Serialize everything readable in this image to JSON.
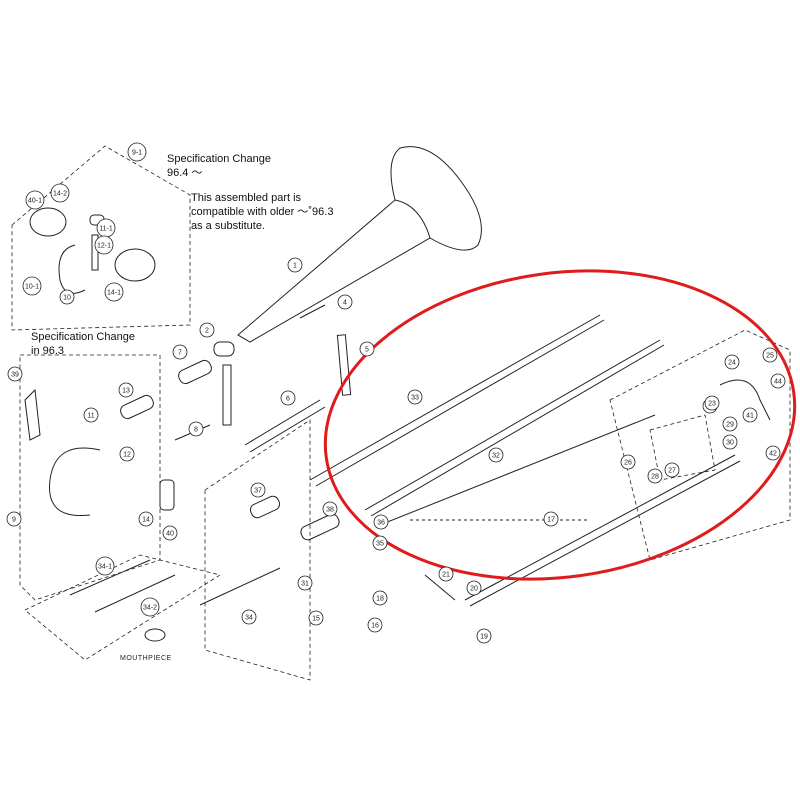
{
  "notes": {
    "spec_change_top": "Specification Change",
    "spec_date_top": "96.4 ～",
    "compat_line1": "This assembled part is",
    "compat_line2": "compatible with older ～˚96.3",
    "compat_line3": "as a substitute.",
    "spec_change_left": "Specification Change",
    "spec_date_left": "in 96.3"
  },
  "mouthpiece_label": "MOUTHPIECE",
  "parts": [
    "1",
    "2",
    "4",
    "5",
    "6",
    "7",
    "8",
    "9",
    "9-1",
    "10",
    "10-1",
    "11",
    "11-1",
    "12",
    "12-1",
    "13",
    "14",
    "14-1",
    "14-2",
    "15",
    "16",
    "17",
    "18",
    "19",
    "20",
    "21",
    "22",
    "23",
    "24",
    "25",
    "26",
    "27",
    "28",
    "29",
    "30",
    "31",
    "32",
    "33",
    "34",
    "34-1",
    "34-2",
    "35",
    "36",
    "37",
    "38",
    "39",
    "40",
    "40-1",
    "41",
    "42",
    "44"
  ],
  "colors": {
    "highlight": "#e01b1b",
    "line": "#222222"
  }
}
